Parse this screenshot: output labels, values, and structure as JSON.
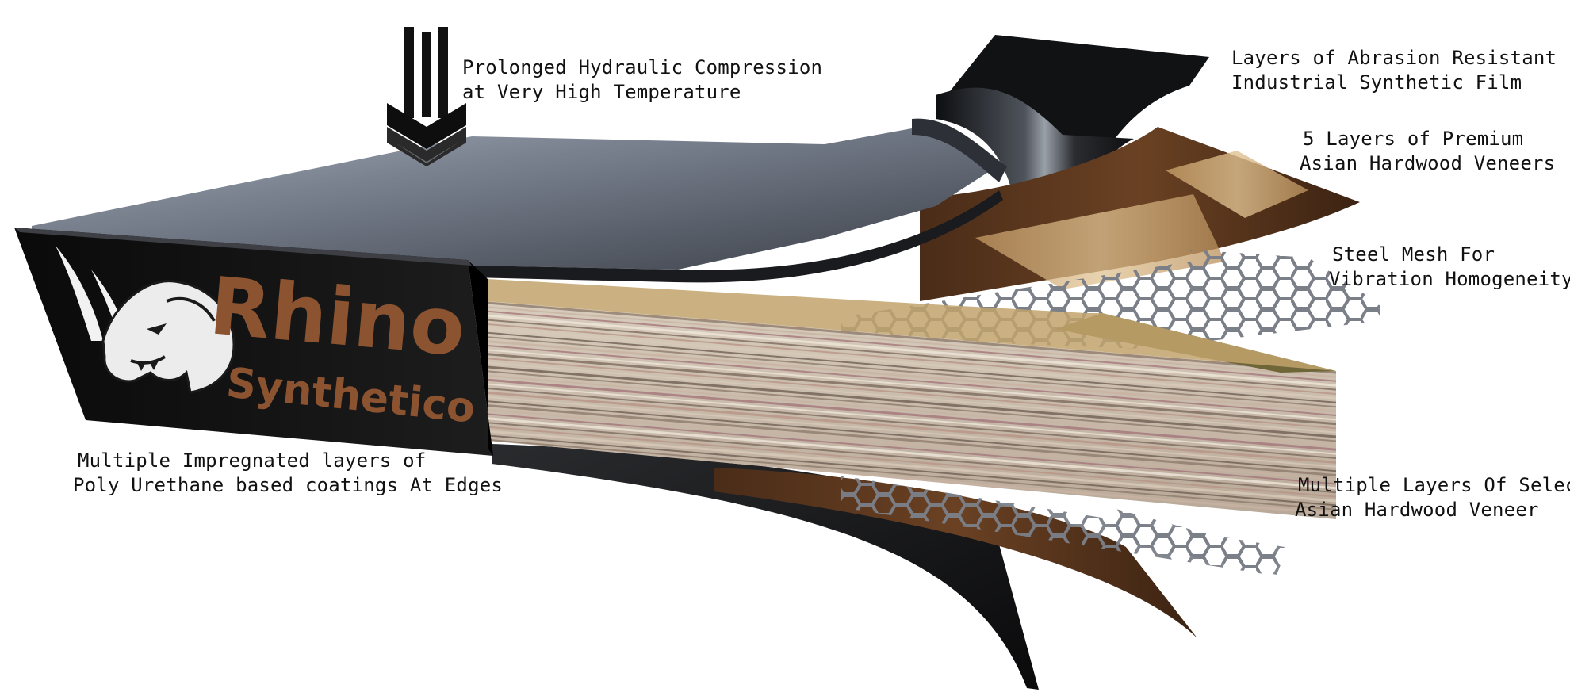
{
  "brand": {
    "name_line1": "Rhino",
    "name_line2": "Synthetico",
    "accent_color": "#8c5330"
  },
  "callouts": {
    "compression": [
      "Prolonged Hydraulic Compression",
      "at Very High Temperature"
    ],
    "film": [
      "Layers of Abrasion Resistant",
      "Industrial Synthetic Film"
    ],
    "premium_veneers": [
      "5 Layers of Premium",
      "Asian Hardwood Veneers"
    ],
    "steel_mesh": [
      "Steel Mesh For",
      "Vibration Homogeneity"
    ],
    "select_veneer": [
      "Multiple Layers Of Select",
      "Asian Hardwood Veneer"
    ],
    "edges": [
      "Multiple Impregnated layers of",
      "Poly Urethane based coatings At Edges"
    ]
  },
  "icons": {
    "pressure": "down-arrow-icon",
    "logo": "rhino-head-icon"
  }
}
